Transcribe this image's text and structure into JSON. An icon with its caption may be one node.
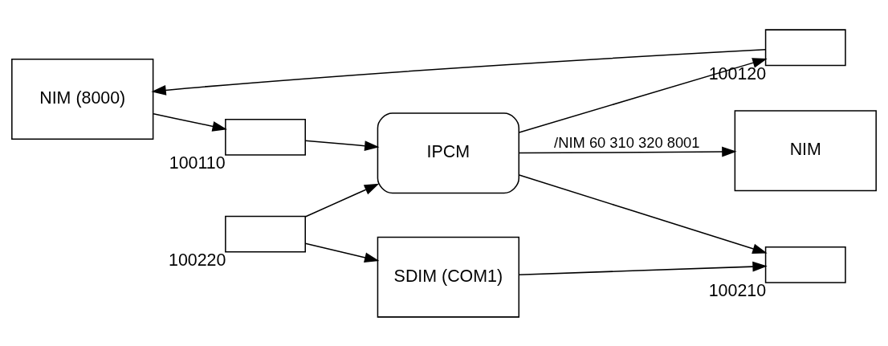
{
  "diagram": {
    "nodes": [
      {
        "text": [
          "NIM (8000)"
        ]
      },
      {
        "text": [],
        "shape": "box",
        "beside": [
          "100110"
        ]
      },
      {
        "text": [],
        "shape": "box",
        "beside": [
          "100120"
        ]
      },
      {
        "text": [],
        "shape": "box",
        "beside": [
          "100210"
        ]
      },
      {
        "text": [],
        "shape": "box",
        "beside": [
          "100220"
        ]
      },
      {
        "text": [
          "SDIM (COM1)"
        ]
      },
      {
        "text": [
          "IPCM"
        ]
      },
      {
        "text": [
          "NIM"
        ]
      }
    ],
    "edges": [
      {
        "from": 0,
        "to": 1,
        "arrow": "to"
      },
      {
        "from": 1,
        "to": 6,
        "arrow": "to"
      },
      {
        "from": 6,
        "to": 2,
        "arrow": "to"
      },
      {
        "from": 2,
        "to": 0,
        "arrow": "to"
      },
      {
        "from": 6,
        "to": 3,
        "arrow": "to"
      },
      {
        "from": 5,
        "to": 3,
        "arrow": "to"
      },
      {
        "from": 4,
        "to": 6,
        "arrow": "to"
      },
      {
        "from": 4,
        "to": 5,
        "arrow": "to"
      },
      {
        "from": 6,
        "to": 7,
        "arrow": "to",
        "label": "/NIM 60 310 320 8001"
      }
    ]
  }
}
